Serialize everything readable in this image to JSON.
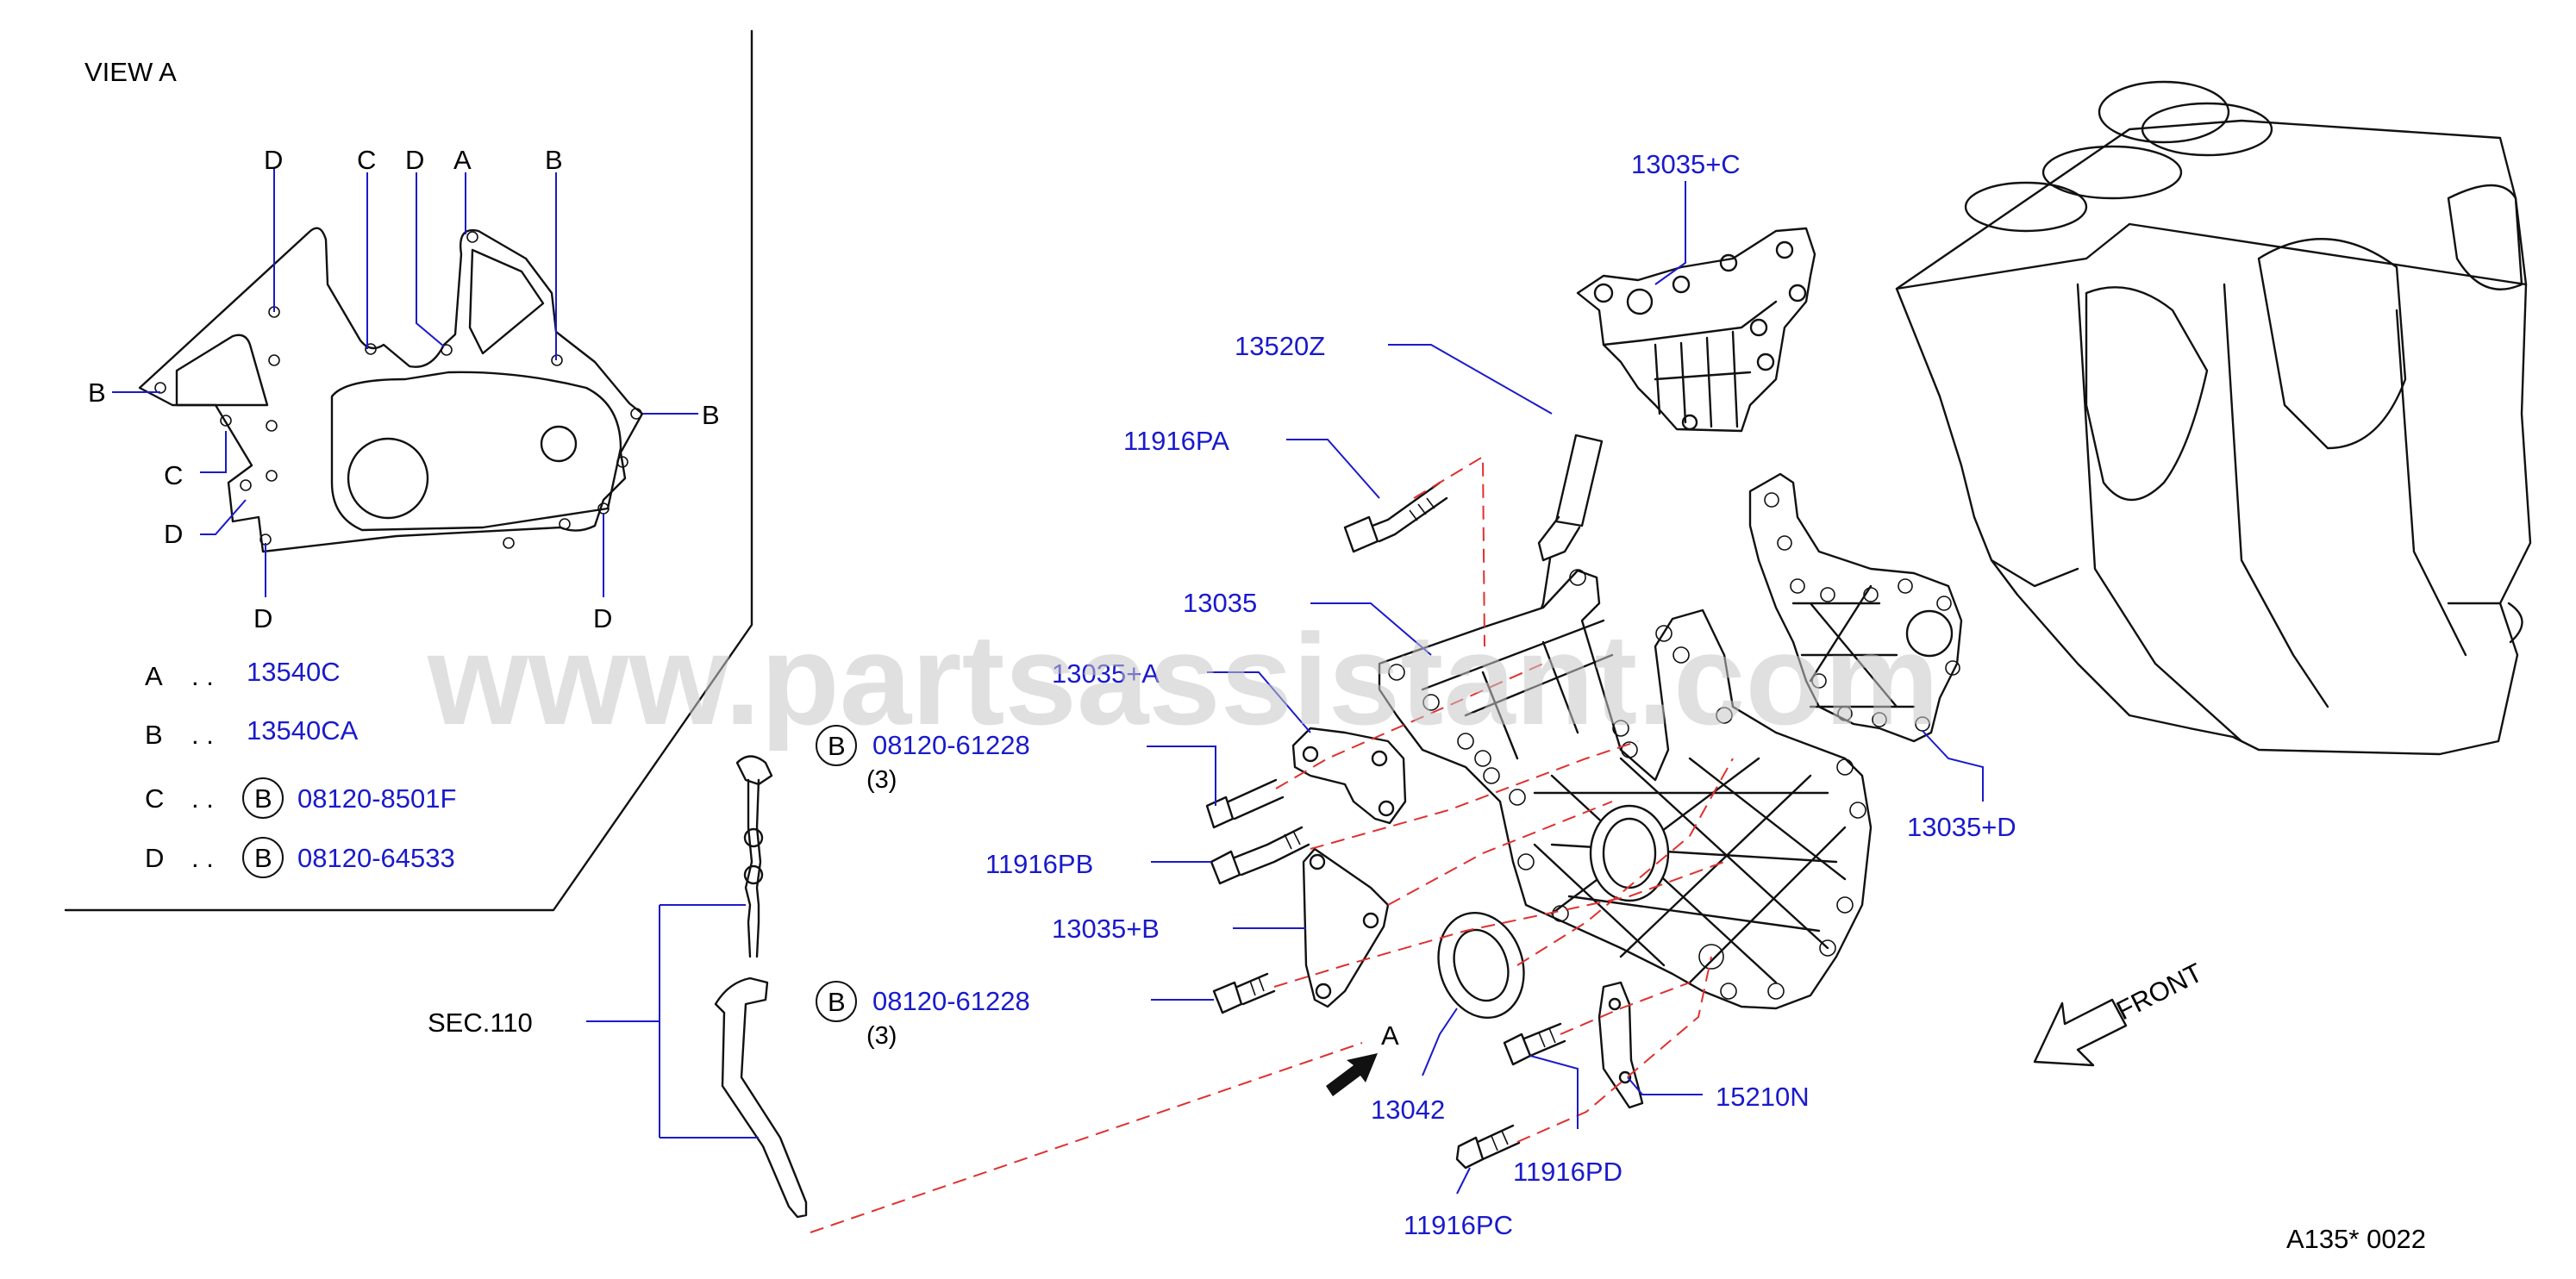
{
  "view_panel": {
    "title": "VIEW    A",
    "letters": {
      "a": "A",
      "b": "B",
      "c": "C",
      "d": "D"
    },
    "legend": [
      {
        "key": "A",
        "sep": ". .",
        "circle": "",
        "part": "13540C"
      },
      {
        "key": "B",
        "sep": ". .",
        "circle": "",
        "part": "13540CA"
      },
      {
        "key": "C",
        "sep": ". .",
        "circle": "B",
        "part": "08120-8501F"
      },
      {
        "key": "D",
        "sep": ". .",
        "circle": "B",
        "part": "08120-64533"
      }
    ]
  },
  "callouts": {
    "p13035C": "13035+C",
    "p13520Z": "13520Z",
    "p11916PA": "11916PA",
    "p13035": "13035",
    "p13035A": "13035+A",
    "bolt1": {
      "circle": "B",
      "part": "08120-61228",
      "qty": "(3)"
    },
    "p11916PB": "11916PB",
    "p13035B": "13035+B",
    "bolt2": {
      "circle": "B",
      "part": "08120-61228",
      "qty": "(3)"
    },
    "p13035D": "13035+D",
    "p13042": "13042",
    "p15210N": "15210N",
    "p11916PD": "11916PD",
    "p11916PC": "11916PC",
    "sec110": "SEC.110",
    "view_arrow": "A",
    "front": "FRONT"
  },
  "footer": {
    "code": "A135*   0022"
  },
  "watermark": "www.partsassistant.com",
  "colors": {
    "part_number": "#1a1acc",
    "leader": "#1a1acc",
    "hidden_line": "#e03030",
    "ink": "#111111"
  }
}
